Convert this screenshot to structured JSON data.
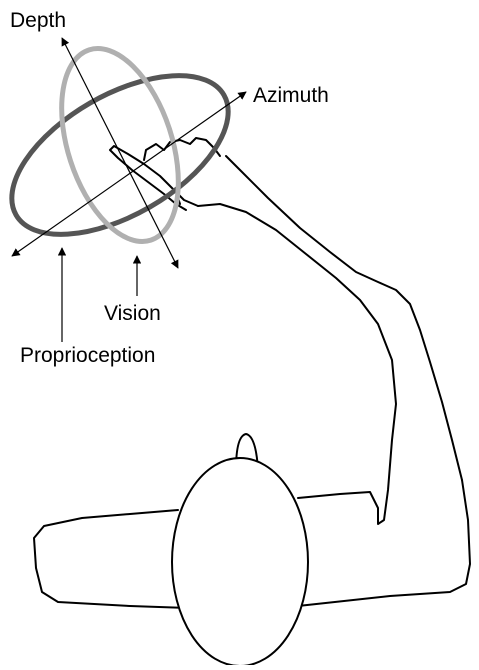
{
  "labels": {
    "depth": "Depth",
    "azimuth": "Azimuth",
    "vision": "Vision",
    "proprioception": "Proprioception"
  },
  "colors": {
    "proprioception_ellipse": "#555555",
    "vision_ellipse": "#b0b0b0",
    "lines": "#000000",
    "background": "#ffffff"
  }
}
